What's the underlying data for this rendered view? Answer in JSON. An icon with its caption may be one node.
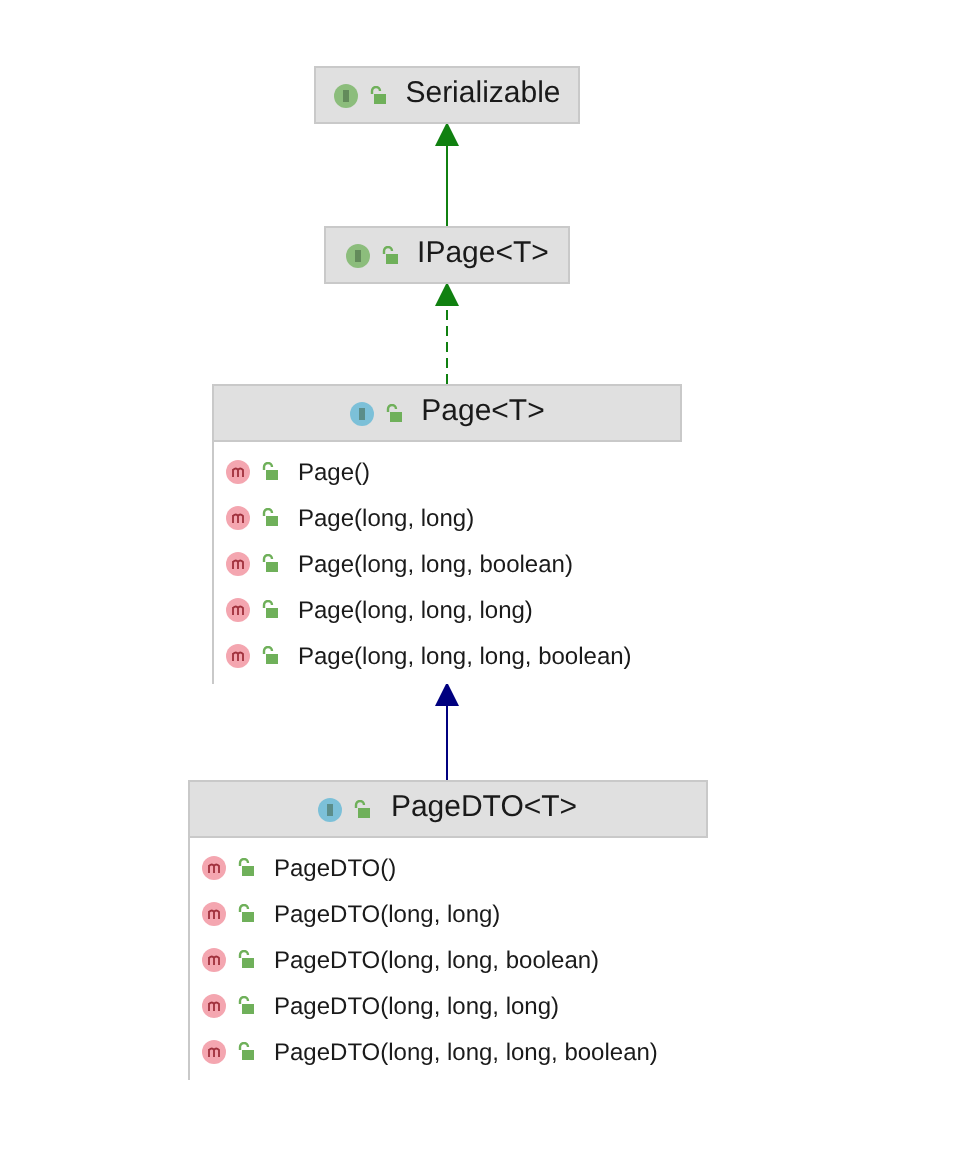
{
  "diagram": {
    "nodes": [
      {
        "text": [
          "Serializable"
        ]
      },
      {
        "text": [
          "IPage<T>"
        ]
      },
      {
        "text": [
          "Page<T>",
          "Page()",
          "Page(long, long)",
          "Page(long, long, boolean)",
          "Page(long, long, long)",
          "Page(long, long, long, boolean)"
        ]
      },
      {
        "text": [
          "PageDTO<T>",
          "PageDTO()",
          "PageDTO(long, long)",
          "PageDTO(long, long, boolean)",
          "PageDTO(long, long, long)",
          "PageDTO(long, long, long, boolean)"
        ]
      }
    ],
    "edges": [
      {
        "from": 1,
        "to": 0,
        "arrow": "to"
      },
      {
        "from": 2,
        "to": 1,
        "arrow": "to",
        "style": "dashed"
      },
      {
        "from": 3,
        "to": 2,
        "arrow": "to",
        "color": "#00007f"
      }
    ]
  }
}
